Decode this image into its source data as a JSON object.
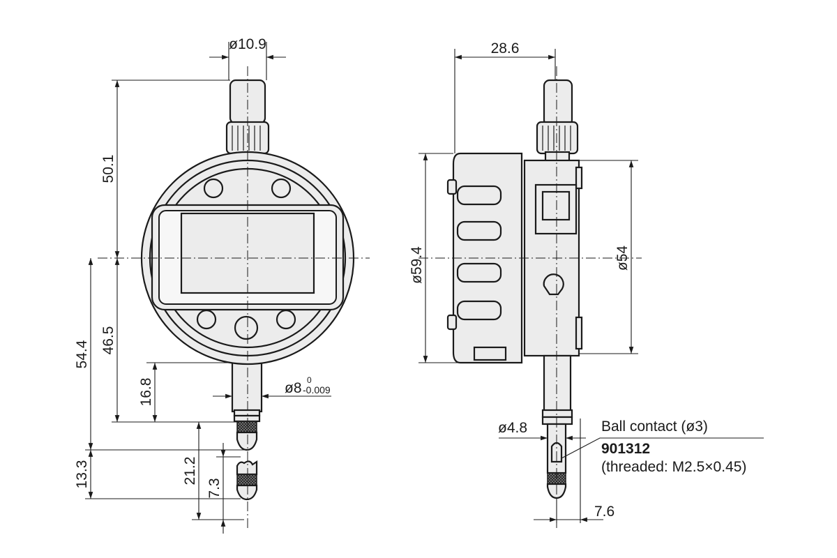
{
  "front_view": {
    "dim_top_diameter": "ø10.9",
    "dim_height_upper": "50.1",
    "dim_height_lower": "46.5",
    "dim_total_lower": "54.4",
    "dim_stem": "16.8",
    "dim_spindle_diameter": "ø8",
    "dim_tol_upper": "0",
    "dim_tol_lower": "-0.009",
    "dim_stroke": "13.3",
    "dim_contact": "21.2",
    "dim_tip": "7.3"
  },
  "side_view": {
    "dim_depth": "28.6",
    "dim_bezel_diameter": "ø59.4",
    "dim_case_diameter": "ø54",
    "dim_rod_diameter": "ø4.8",
    "dim_offset": "7.6",
    "callout_title": "Ball contact (ø3)",
    "callout_part": "901312",
    "callout_note": "(threaded: M2.5×0.45)"
  }
}
